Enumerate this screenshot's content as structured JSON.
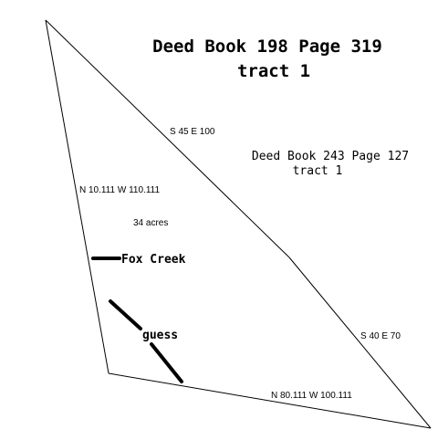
{
  "title": {
    "line1": "Deed Book 198 Page 319",
    "line2": "tract 1"
  },
  "subtitle": {
    "line1": "Deed Book 243 Page 127",
    "line2": "tract 1"
  },
  "bearings": {
    "top_side": "S 45 E 100",
    "left_side": "N 10.111 W 110.111",
    "right_side": "S 40 E 70",
    "bottom_side": "N 80.111 W 100.111"
  },
  "area": "34 acres",
  "fox_creek_label": "Fox Creek",
  "guess_label": "guess"
}
